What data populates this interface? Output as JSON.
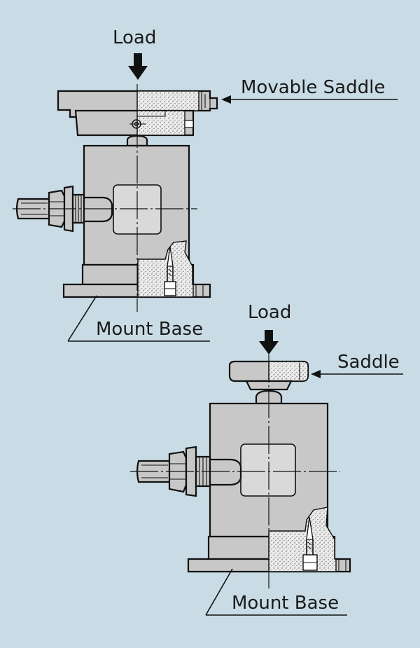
{
  "labels": {
    "top_load": "Load",
    "top_saddle": "Movable Saddle",
    "top_base": "Mount Base",
    "bottom_load": "Load",
    "bottom_saddle": "Saddle",
    "bottom_base": "Mount Base"
  },
  "colors": {
    "background": "#c9dce6",
    "metal": "#c8c8c8",
    "cutaway": "#e6e6e6",
    "ink": "#111111"
  },
  "icons": {
    "load_arrow": "down-arrow-icon",
    "leader_arrow": "left-arrow-icon"
  }
}
